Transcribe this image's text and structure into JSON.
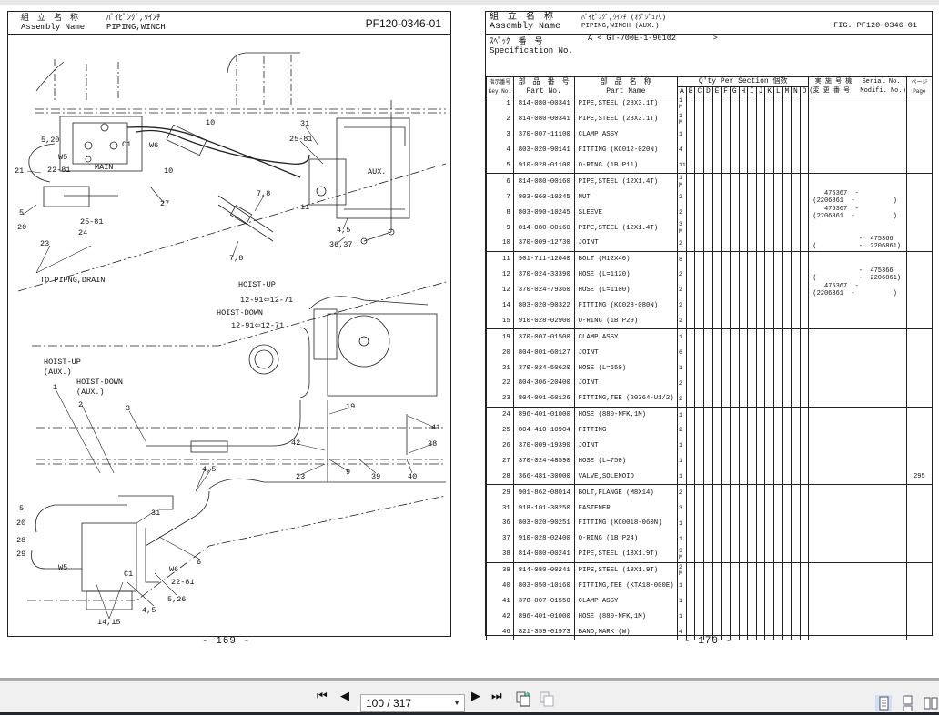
{
  "viewer": {
    "page_input": "100 / 317",
    "toolbar_icons": [
      "first-page-icon",
      "previous-page-icon",
      "next-page-icon",
      "last-page-icon",
      "rotate-page-icon",
      "extract-page-icon",
      "single-page-view-icon",
      "continuous-view-icon",
      "two-page-view-icon"
    ],
    "selected_view": "single-page"
  },
  "left_page": {
    "assembly_jp": "組　立　名　称",
    "assembly_en": "Assembly Name",
    "name_jp": "ﾊﾟｲﾋﾟﾝｸﾞ,ｳｲﾝﾁ",
    "name_en": "PIPING,WINCH",
    "fig": "PF120-0346-01",
    "page_number": "-  169  -",
    "labels": [
      "10",
      "5,20",
      "21",
      "22-81",
      "MAIN",
      "C1",
      "W6",
      "W5",
      "10",
      "31",
      "25-81",
      "AUX.",
      "7,8",
      "11",
      "27",
      "5",
      "20",
      "25-81",
      "24",
      "23",
      "4,5",
      "36,37",
      "7,8",
      "TO PIPNG,DRAIN",
      "HOIST-UP",
      "12-91⇦12-71",
      "HOIST-DOWN",
      "12-91⇦12-71",
      "HOIST-UP",
      "(AUX.)",
      "1",
      "HOIST-DOWN",
      "(AUX.)",
      "2",
      "3",
      "19",
      "42",
      "41",
      "38",
      "4,5",
      "23",
      "9",
      "39",
      "40",
      "31",
      "5",
      "20",
      "28",
      "29",
      "6",
      "W5",
      "W6",
      "22-81",
      "C1",
      "5,26",
      "4,5",
      "14,15"
    ]
  },
  "right_page": {
    "assembly_jp": "組　立　名　称",
    "assembly_en": "Assembly  Name",
    "name_jp": "ﾊﾟｲﾋﾟﾝｸﾞ,ｳｲﾝﾁ (ｵｸﾞｼﾞｭｱﾘ)",
    "name_en": "PIPING,WINCH (AUX.)",
    "fig": "FIG.  PF120-0346-01",
    "spec_jp": "ｽﾍﾟｯｸ　番　号",
    "spec_en": "Specification   No.",
    "spec_value": "A < GT-700E-1-90102        >",
    "page_number": "-  170  -",
    "headers": {
      "key_jp": "指示番号",
      "key_en": "Key No.",
      "part_no_jp": "部　品　番　号",
      "part_no_en": "Part      No.",
      "part_name_jp": "部　品　名　称",
      "part_name_en": "Part     Name",
      "qty": "Q'ty Per Section      個数",
      "sections": [
        "A",
        "B",
        "C",
        "D",
        "E",
        "F",
        "G",
        "H",
        "I",
        "J",
        "K",
        "L",
        "M",
        "N",
        "O"
      ],
      "serial_jp": "実 施 号 機　 Serial No.",
      "serial_en": "(変 更 番 号　 Modifi. No.)",
      "page_jp": "ページ",
      "page_en": "Page"
    },
    "rows": [
      {
        "key": "1",
        "part_no": "814-080-00341",
        "name": "PIPE,STEEL  (28X3.1T)",
        "qty": "1",
        "unit": "M",
        "group_start": true
      },
      {
        "key": "2",
        "part_no": "814-080-00341",
        "name": "PIPE,STEEL  (28X3.1T)",
        "qty": "1",
        "unit": "M"
      },
      {
        "key": "3",
        "part_no": "370-007-11100",
        "name": "CLAMP ASSY",
        "qty": "1"
      },
      {
        "key": "4",
        "part_no": "803-020-90141",
        "name": "FITTING  (KC012-020N)",
        "qty": "4"
      },
      {
        "key": "5",
        "part_no": "910-028-01100",
        "name": "O-RING  (1B P11)",
        "qty": "11"
      },
      {
        "key": "6",
        "part_no": "814-080-00160",
        "name": "PIPE,STEEL  (12X1.4T)",
        "qty": "1",
        "unit": "M",
        "group_start": true
      },
      {
        "key": "7",
        "part_no": "803-060-10245",
        "name": "NUT",
        "qty": "2",
        "serial": "   475367  -\n(2206861  -          )"
      },
      {
        "key": "8",
        "part_no": "803-090-10245",
        "name": "SLEEVE",
        "qty": "2",
        "serial": "   475367  -\n(2206861  -          )"
      },
      {
        "key": "9",
        "part_no": "814-080-00160",
        "name": "PIPE,STEEL  (12X1.4T)",
        "qty": "3",
        "unit": "M"
      },
      {
        "key": "10",
        "part_no": "370-009-12730",
        "name": "JOINT",
        "qty": "2",
        "serial": "            -  475366\n(           -  2206861)"
      },
      {
        "key": "11",
        "part_no": "901-711-12040",
        "name": "BOLT  (M12X40)",
        "qty": "8",
        "group_start": true
      },
      {
        "key": "12",
        "part_no": "370-024-33390",
        "name": "HOSE  (L=1120)",
        "qty": "2",
        "serial": "            -  475366\n(           -  2206861)"
      },
      {
        "key": "12",
        "part_no": "370-024-79360",
        "name": "HOSE  (L=1100)",
        "qty": "2",
        "serial": "   475367  -\n(2206861  -          )"
      },
      {
        "key": "14",
        "part_no": "803-020-90322",
        "name": "FITTING  (KC028-080N)",
        "qty": "2"
      },
      {
        "key": "15",
        "part_no": "910-028-02900",
        "name": "O-RING  (1B P29)",
        "qty": "2"
      },
      {
        "key": "19",
        "part_no": "370-007-01500",
        "name": "CLAMP ASSY",
        "qty": "1",
        "group_start": true
      },
      {
        "key": "20",
        "part_no": "804-001-60127",
        "name": "JOINT",
        "qty": "6"
      },
      {
        "key": "21",
        "part_no": "370-024-50620",
        "name": "HOSE  (L=650)",
        "qty": "1"
      },
      {
        "key": "22",
        "part_no": "804-306-20400",
        "name": "JOINT",
        "qty": "2"
      },
      {
        "key": "23",
        "part_no": "804-001-60126",
        "name": "FITTING,TEE (20364-U1/2)",
        "qty": "2"
      },
      {
        "key": "24",
        "part_no": "896-401-01000",
        "name": "HOSE  (880-NFK,1M)",
        "qty": "1",
        "group_start": true
      },
      {
        "key": "25",
        "part_no": "804-410-10904",
        "name": "FITTING",
        "qty": "2"
      },
      {
        "key": "26",
        "part_no": "370-009-19390",
        "name": "JOINT",
        "qty": "1"
      },
      {
        "key": "27",
        "part_no": "370-024-48590",
        "name": "HOSE  (L=750)",
        "qty": "1"
      },
      {
        "key": "28",
        "part_no": "366-481-30000",
        "name": "VALVE,SOLENOID",
        "qty": "1",
        "page": "295"
      },
      {
        "key": "29",
        "part_no": "901-862-08014",
        "name": "BOLT,FLANGE  (M8X14)",
        "qty": "2",
        "group_start": true
      },
      {
        "key": "31",
        "part_no": "918-101-30250",
        "name": "FASTENER",
        "qty": "3"
      },
      {
        "key": "36",
        "part_no": "803-020-90251",
        "name": "FITTING (KC0018-060N)",
        "qty": "1"
      },
      {
        "key": "37",
        "part_no": "910-028-02400",
        "name": "O-RING  (1B P24)",
        "qty": "1"
      },
      {
        "key": "38",
        "part_no": "814-080-00241",
        "name": "PIPE,STEEL  (18X1.9T)",
        "qty": "3",
        "unit": "M"
      },
      {
        "key": "39",
        "part_no": "814-080-00241",
        "name": "PIPE,STEEL  (18X1.9T)",
        "qty": "2",
        "unit": "M",
        "group_start": true
      },
      {
        "key": "40",
        "part_no": "803-050-10160",
        "name": "FITTING,TEE (KTA18-000E)",
        "qty": "1"
      },
      {
        "key": "41",
        "part_no": "370-007-01550",
        "name": "CLAMP ASSY",
        "qty": "1"
      },
      {
        "key": "42",
        "part_no": "896-401-01000",
        "name": "HOSE  (880-NFK,1M)",
        "qty": "1"
      },
      {
        "key": "46",
        "part_no": "821-359-01973",
        "name": "BAND,MARK  (W)",
        "qty": "4"
      }
    ]
  }
}
